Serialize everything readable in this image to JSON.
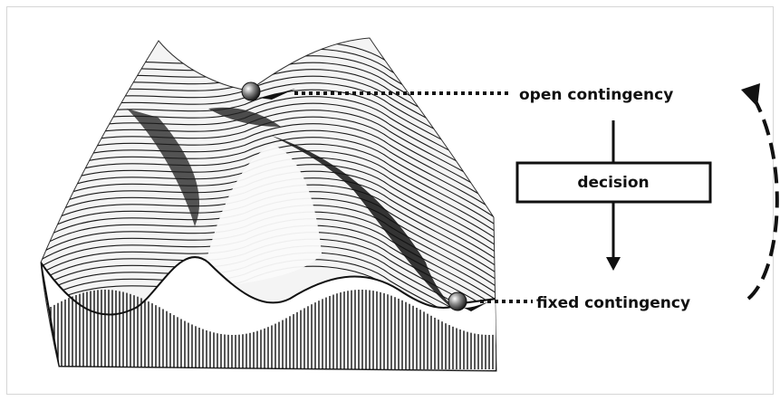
{
  "labels": {
    "open": "open contingency",
    "decision": "decision",
    "fixed": "fixed contingency"
  },
  "colors": {
    "ink": "#111111",
    "border": "#d6d6d6"
  }
}
